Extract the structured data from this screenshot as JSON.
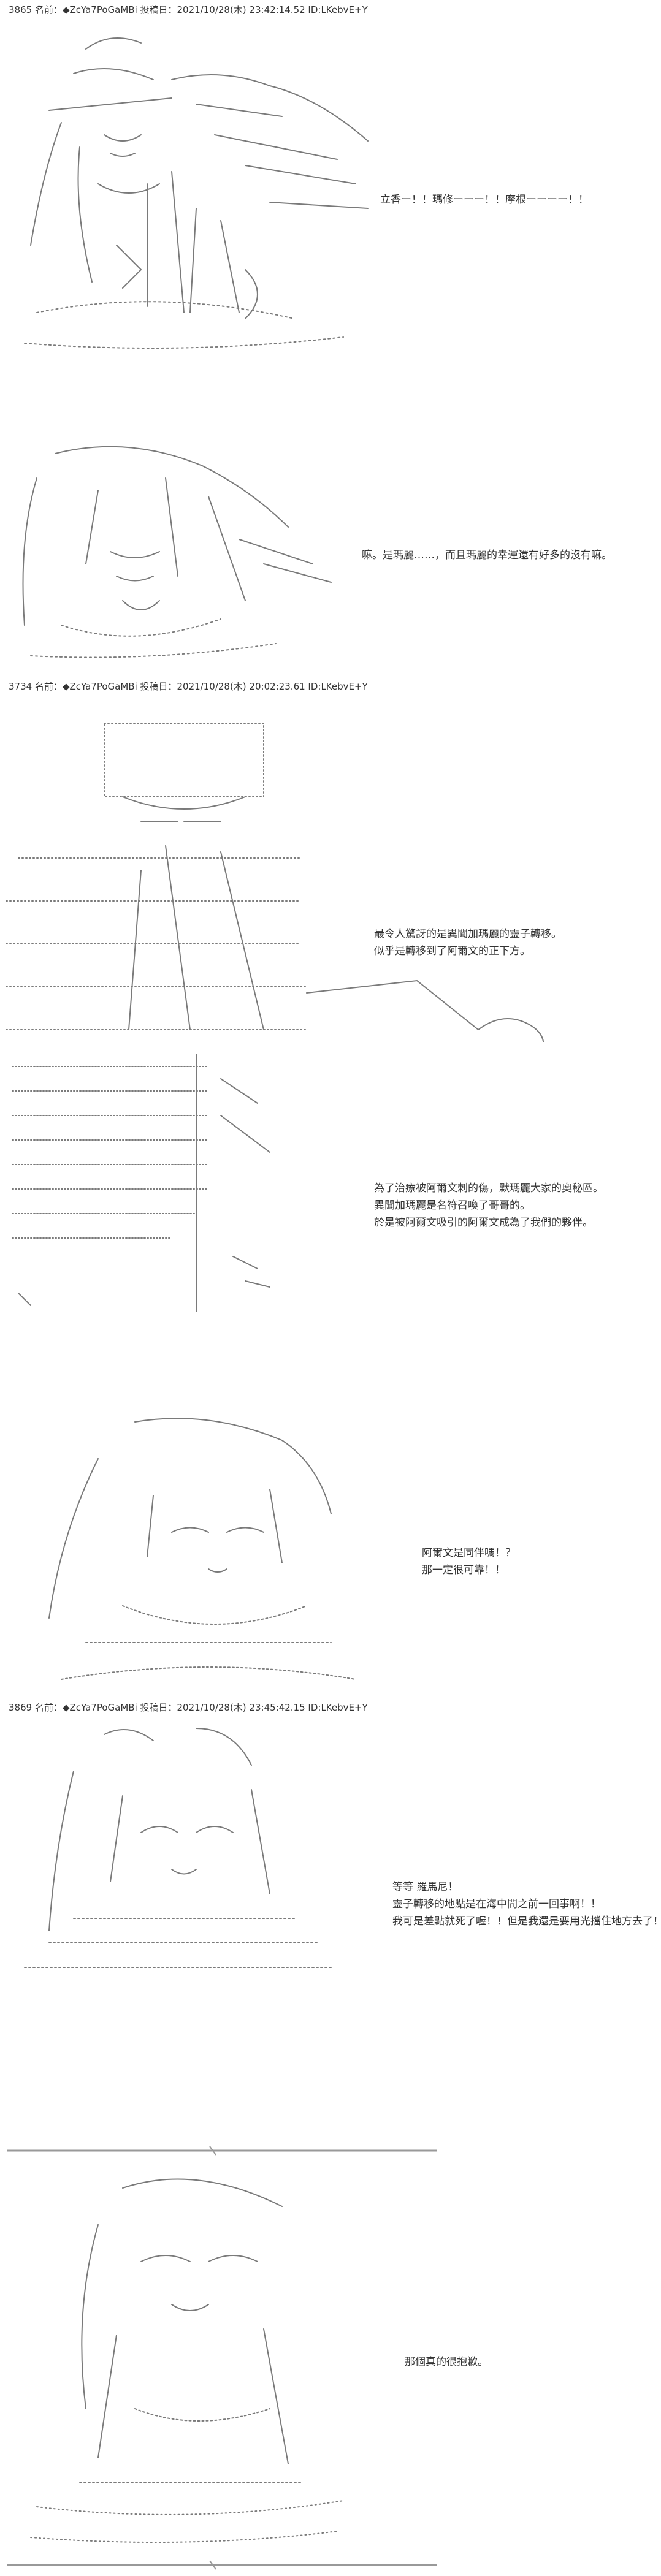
{
  "posts": [
    {
      "header": "3865 名前：◆ZcYa7PoGaMBi 投稿日：2021/10/28(木) 23:42:14.52 ID:LKebvE+Y",
      "panels": [
        {
          "lines": [
            "立香ー！！瑪修ーーー！！摩根ーーーー！！"
          ]
        },
        {
          "lines": [
            "嘛。是瑪麗……，而且瑪麗的幸運還有好多的沒有嘛。"
          ]
        }
      ]
    },
    {
      "header": "3734 名前：◆ZcYa7PoGaMBi 投稿日：2021/10/28(木) 20:02:23.61 ID:LKebvE+Y",
      "panels": [
        {
          "lines": [
            "最令人驚訝的是異聞加瑪麗的靈子轉移。",
            "似乎是轉移到了阿爾文的正下方。"
          ]
        },
        {
          "lines": [
            "為了治療被阿爾文刺的傷，默瑪麗大家的奧秘區。",
            "異聞加瑪麗是名符召喚了哥哥的。",
            "於是被阿爾文吸引的阿爾文成為了我們的夥伴。"
          ]
        },
        {
          "lines": [
            "阿爾文是同伴嗎！？",
            "那一定很可靠！！"
          ]
        }
      ]
    },
    {
      "header": "3869 名前：◆ZcYa7PoGaMBi 投稿日：2021/10/28(木) 23:45:42.15 ID:LKebvE+Y",
      "panels": [
        {
          "lines": [
            "等等 羅馬尼！",
            "靈子轉移的地點是在海中間之前一回事啊！！",
            "我可是差點就死了喔！！但是我還是要用光擋住地方去了！！"
          ]
        },
        {
          "lines": [
            "那個真的很抱歉。"
          ]
        }
      ]
    }
  ]
}
